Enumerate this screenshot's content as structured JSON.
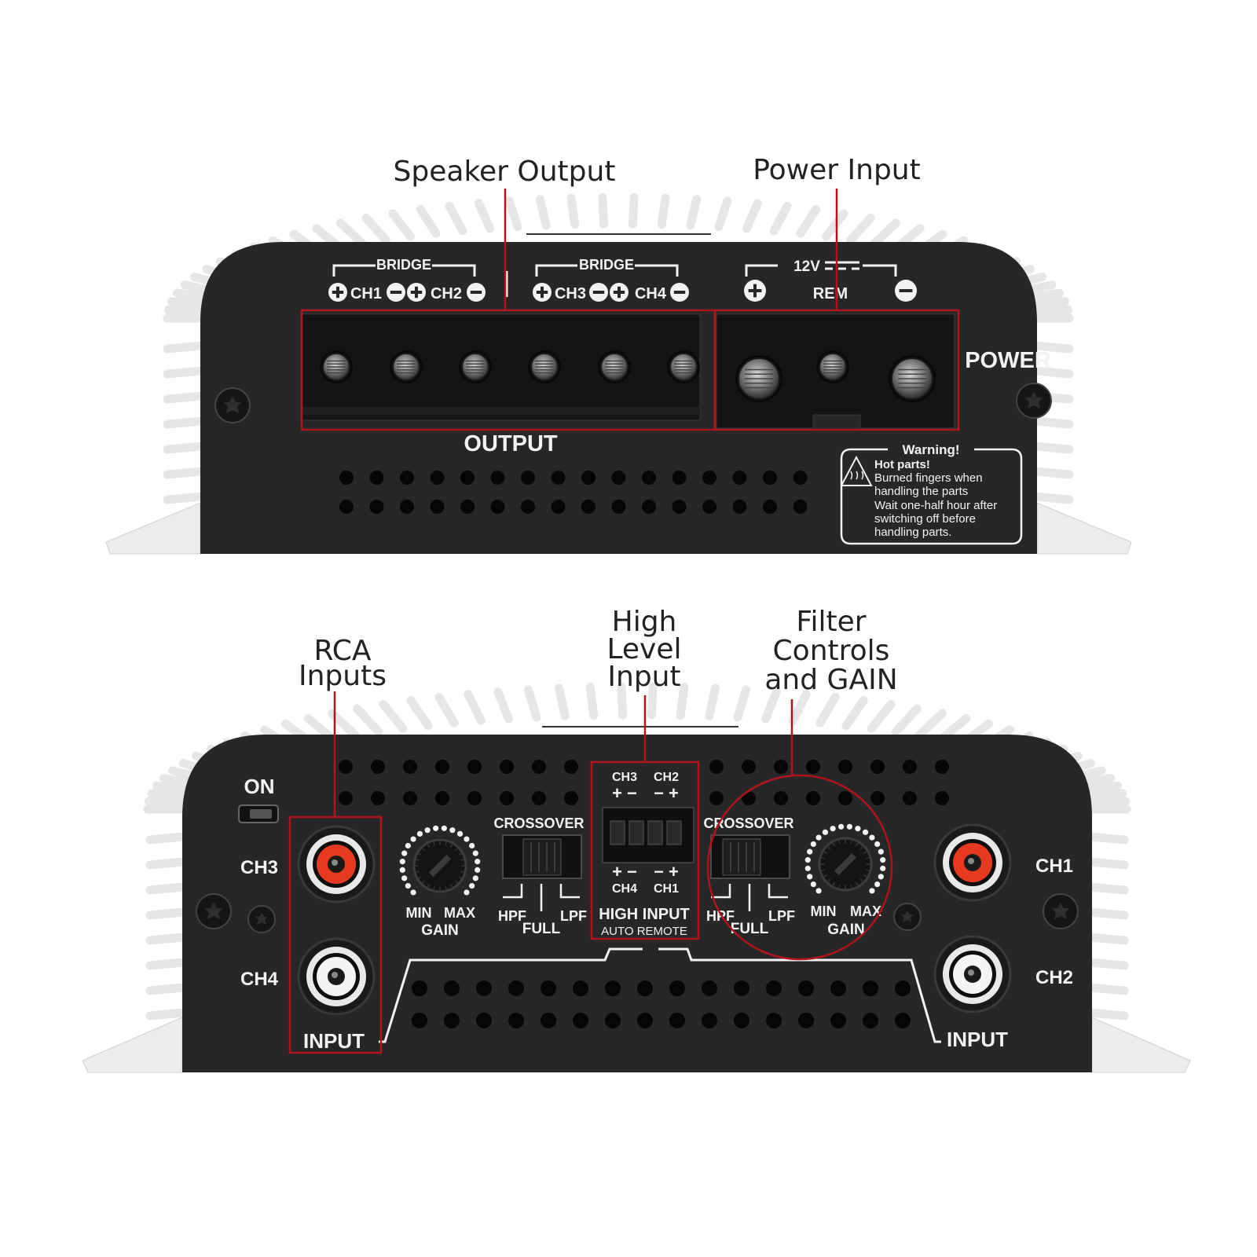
{
  "callouts": {
    "speaker_output": "Speaker Output",
    "power_input": "Power Input",
    "rca_inputs": [
      "RCA",
      "Inputs"
    ],
    "high_level_input": [
      "High",
      "Level",
      "Input"
    ],
    "filter_controls": [
      "Filter",
      "Controls",
      "and GAIN"
    ]
  },
  "top_panel": {
    "bridge_label": "BRIDGE",
    "ch1": "CH1",
    "ch2": "CH2",
    "ch3": "CH3",
    "ch4": "CH4",
    "twelve_v": "12V",
    "rem": "REM",
    "power": "POWER",
    "output": "OUTPUT",
    "warning": {
      "title": "Warning!",
      "hot": "Hot parts!",
      "lines": [
        "Burned fingers when",
        "handling the parts",
        "Wait one-half hour after",
        "switching off before",
        "handling parts."
      ]
    }
  },
  "bottom_panel": {
    "on": "ON",
    "ch1": "CH1",
    "ch2": "CH2",
    "ch3": "CH3",
    "ch4": "CH4",
    "crossover": "CROSSOVER",
    "hpf": "HPF",
    "full": "FULL",
    "lpf": "LPF",
    "min": "MIN",
    "max": "MAX",
    "gain": "GAIN",
    "hi_top_ch3": "CH3",
    "hi_top_ch2": "CH2",
    "hi_bot_ch4": "CH4",
    "hi_bot_ch1": "CH1",
    "high_input": "HIGH INPUT",
    "auto_remote": "AUTO REMOTE",
    "input": "INPUT"
  },
  "colors": {
    "chassis": "#262626",
    "fins": "#e9e9e9",
    "callout_red": "#b0141d",
    "rca_red": "#e53a1f"
  }
}
